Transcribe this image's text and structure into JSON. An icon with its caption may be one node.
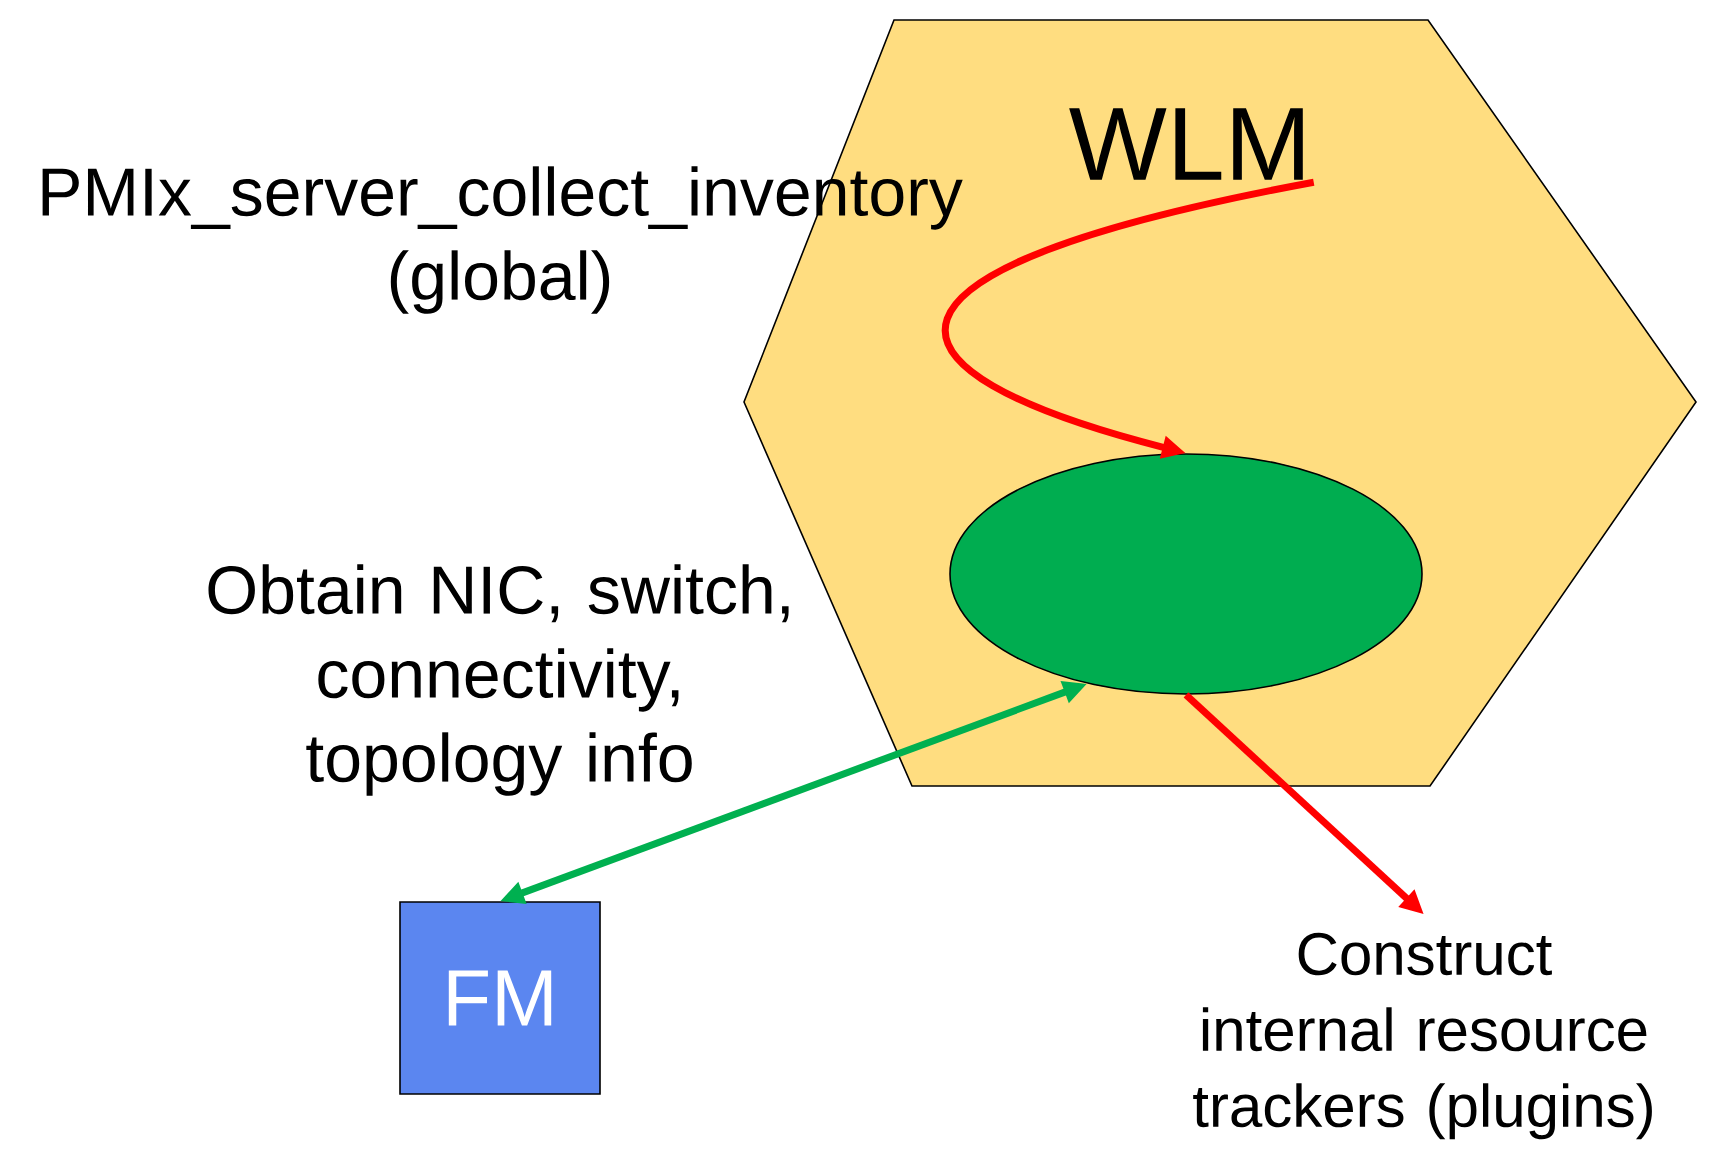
{
  "diagram": {
    "nodes": [
      {
        "text": [],
        "shape": "hexagon"
      },
      {
        "text": [
          "WLM"
        ],
        "in": 0
      },
      {
        "text": [],
        "shape": "ellipse",
        "in": 0
      },
      {
        "text": [
          "FM"
        ]
      },
      {
        "text": [
          "Construct internal resource trackers (plugins)"
        ]
      }
    ],
    "edges": [
      {
        "from": 1,
        "to": 2,
        "arrow": "to",
        "color": "#ff0000"
      },
      {
        "from": 2,
        "to": 3,
        "arrow": "both",
        "color": "#00b050"
      },
      {
        "from": 2,
        "to": 4,
        "arrow": "to",
        "color": "#ff0000"
      }
    ],
    "labels": [
      "PMIx_server_collect_inventory (global)",
      "Obtain NIC, switch, connectivity, topology info"
    ]
  }
}
